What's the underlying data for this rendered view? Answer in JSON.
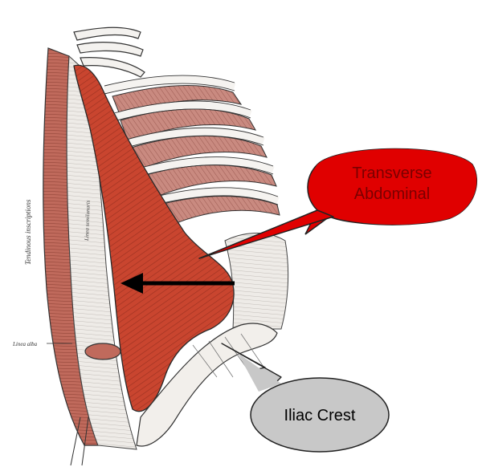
{
  "callouts": {
    "transverse": {
      "line1": "Transverse",
      "line2": "Abdominal",
      "fill": "#e00000",
      "text_color": "#7a0000"
    },
    "iliac": {
      "label": "Iliac Crest",
      "fill": "#c8c8c8",
      "text_color": "#000000"
    }
  },
  "engraving_labels": {
    "left_vertical": "Tendinous inscriptions",
    "linea_alba": "Linea alba",
    "semilunar": "Linea semilunaris"
  },
  "colors": {
    "muscle": "#c9452f",
    "muscle_dark": "#8e2a1c",
    "rib_muscle": "#c98a80",
    "tendon": "#ece8e4",
    "outline": "#333333"
  }
}
